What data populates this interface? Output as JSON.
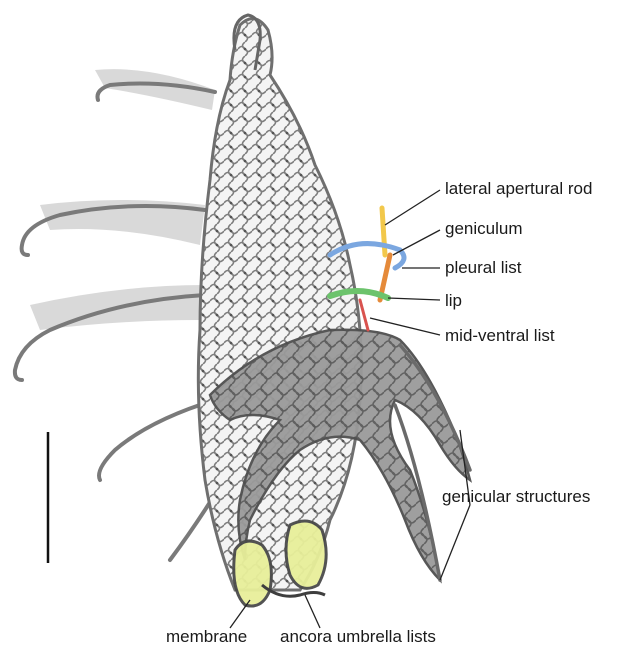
{
  "labels": {
    "lateral_apertural_rod": "lateral apertural rod",
    "geniculum": "geniculum",
    "pleural_list": "pleural list",
    "lip": "lip",
    "mid_ventral_list": "mid-ventral list",
    "genicular_structures": "genicular structures",
    "membrane": "membrane",
    "ancora_umbrella_lists": "ancora umbrella lists"
  },
  "colors": {
    "lateral_apertural_rod": "#f2c84b",
    "geniculum": "#e58a3a",
    "pleural_list": "#7ba7e0",
    "lip": "#6cc36c",
    "mid_ventral_list": "#d9534f",
    "membrane": "#e8ef9a",
    "mesh": "#8a8a8a",
    "shadow": "#c9c9c9"
  },
  "icons": {
    "scale_bar": "vertical-scale-bar"
  }
}
